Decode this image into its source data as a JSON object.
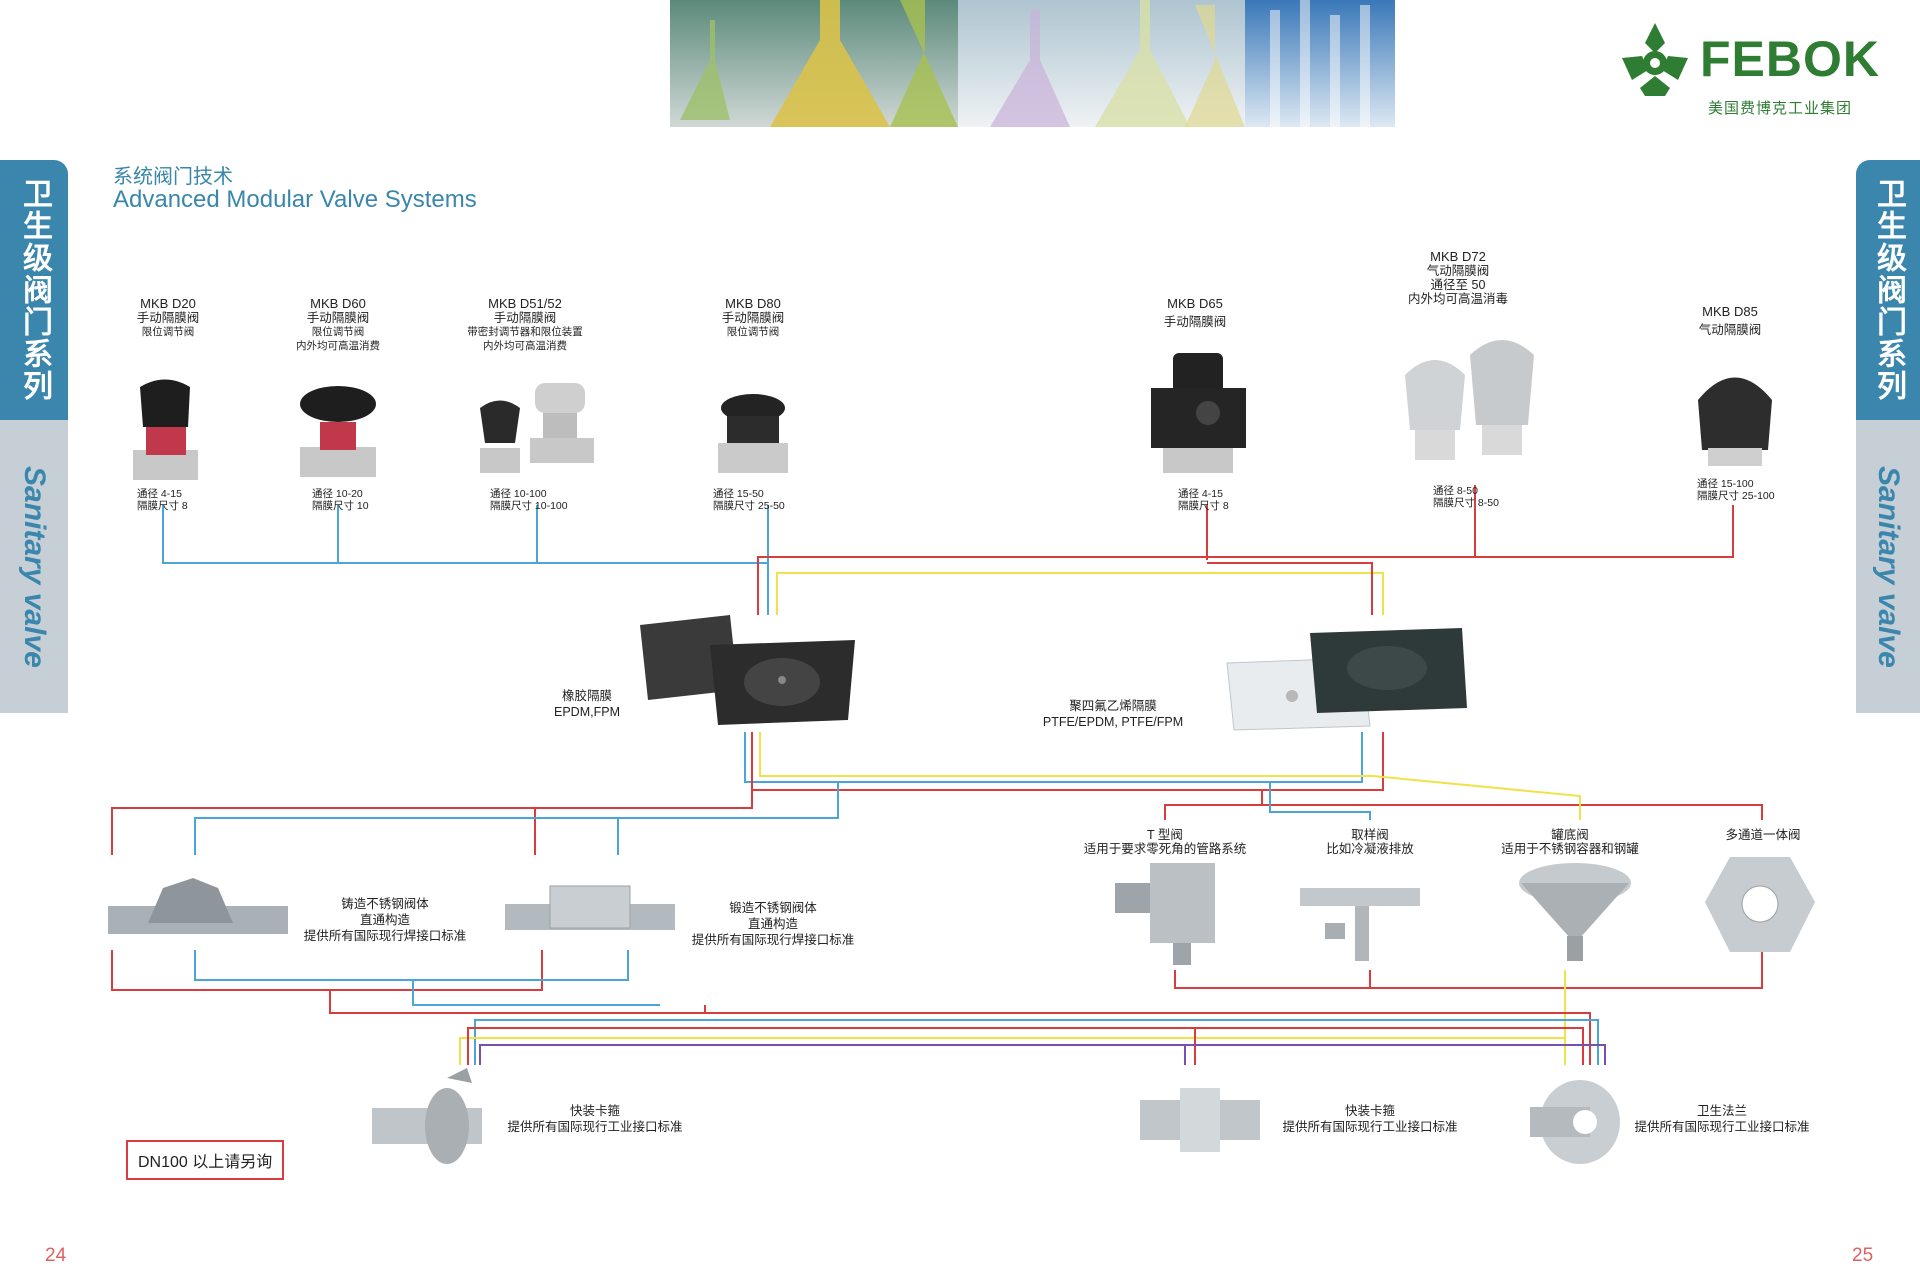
{
  "brand": {
    "name": "FEBOK",
    "subtitle": "美国费博克工业集团",
    "color": "#2e7d32"
  },
  "title": {
    "cn": "系统阀门技术",
    "en": "Advanced Modular Valve Systems"
  },
  "side_tab": {
    "cn": "卫生级阀门系列",
    "en": "Sanitary valve"
  },
  "colors": {
    "accent": "#3a86ac",
    "line_red": "#d83c3c",
    "line_blue": "#4aa6d8",
    "line_yellow": "#f2e24a",
    "line_purple": "#7a4fb0"
  },
  "valves": [
    {
      "model": "MKB D20",
      "name": "手动隔膜阀",
      "note": "限位调节阀",
      "spec1": "通径 4-15",
      "spec2": "隔膜尺寸 8"
    },
    {
      "model": "MKB D60",
      "name": "手动隔膜阀",
      "note": "限位调节阀",
      "note2": "内外均可高温消费",
      "spec1": "通径 10-20",
      "spec2": "隔膜尺寸 10"
    },
    {
      "model": "MKB D51/52",
      "name": "手动隔膜阀",
      "note": "带密封调节器和限位装置",
      "note2": "内外均可高温消费",
      "spec1": "通径 10-100",
      "spec2": "隔膜尺寸 10-100"
    },
    {
      "model": "MKB D80",
      "name": "手动隔膜阀",
      "note": "限位调节阀",
      "spec1": "通径 15-50",
      "spec2": "隔膜尺寸 25-50"
    },
    {
      "model": "MKB D65",
      "name": "手动隔膜阀",
      "spec1": "通径 4-15",
      "spec2": "隔膜尺寸 8"
    },
    {
      "model": "MKB D72",
      "name": "气动隔膜阀",
      "note": "通径至 50",
      "note2": "内外均可高温消毒",
      "spec1": "通径 8-50",
      "spec2": "隔膜尺寸 8-50"
    },
    {
      "model": "MKB D85",
      "name": "气动隔膜阀",
      "spec1": "通径 15-100",
      "spec2": "隔膜尺寸 25-100"
    }
  ],
  "diaphragms": [
    {
      "line1": "橡胶隔膜",
      "line2": "EPDM,FPM"
    },
    {
      "line1": "聚四氟乙烯隔膜",
      "line2": "PTFE/EPDM, PTFE/FPM"
    }
  ],
  "bodies": [
    {
      "line1": "铸造不锈钢阀体",
      "line2": "直通构造",
      "line3": "提供所有国际现行焊接口标准"
    },
    {
      "line1": "锻造不锈钢阀体",
      "line2": "直通构造",
      "line3": "提供所有国际现行焊接口标准"
    }
  ],
  "special": [
    {
      "name": "T 型阀",
      "desc": "适用于要求零死角的管路系统"
    },
    {
      "name": "取样阀",
      "desc": "比如冷凝液排放"
    },
    {
      "name": "罐底阀",
      "desc": "适用于不锈钢容器和钢罐"
    },
    {
      "name": "多通道一体阀",
      "desc": ""
    }
  ],
  "connectors": [
    {
      "name": "快装卡箍",
      "desc": "提供所有国际现行工业接口标准"
    },
    {
      "name": "快装卡箍",
      "desc": "提供所有国际现行工业接口标准"
    },
    {
      "name": "卫生法兰",
      "desc": "提供所有国际现行工业接口标准"
    }
  ],
  "note": "DN100 以上请另询",
  "pages": {
    "left": "24",
    "right": "25"
  }
}
